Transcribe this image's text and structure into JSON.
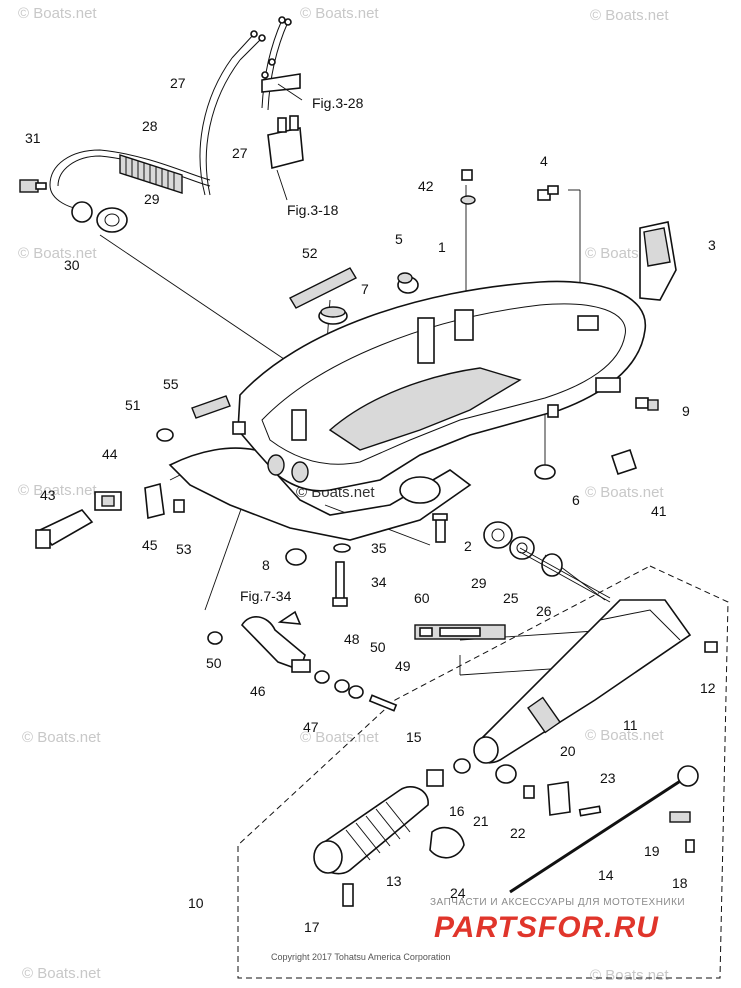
{
  "watermarks": {
    "text": "© Boats.net"
  },
  "figure_refs": [
    "Fig.3-28",
    "Fig.3-18",
    "Fig.7-34"
  ],
  "callouts": [
    "1",
    "2",
    "3",
    "4",
    "5",
    "6",
    "7",
    "8",
    "9",
    "10",
    "11",
    "12",
    "13",
    "14",
    "15",
    "16",
    "17",
    "18",
    "19",
    "20",
    "21",
    "22",
    "23",
    "24",
    "25",
    "26",
    "27",
    "27",
    "28",
    "29",
    "29",
    "30",
    "31",
    "34",
    "35",
    "41",
    "42",
    "43",
    "44",
    "45",
    "46",
    "47",
    "48",
    "49",
    "50",
    "50",
    "51",
    "52",
    "53",
    "55",
    "60"
  ],
  "footer": {
    "ru_caption": "ЗАПЧАСТИ И АКСЕССУАРЫ ДЛЯ МОТОТЕХНИКИ",
    "ru_logo": "PARTSFOR.RU",
    "copyright": "Copyright 2017 Tohatsu America Corporation"
  }
}
